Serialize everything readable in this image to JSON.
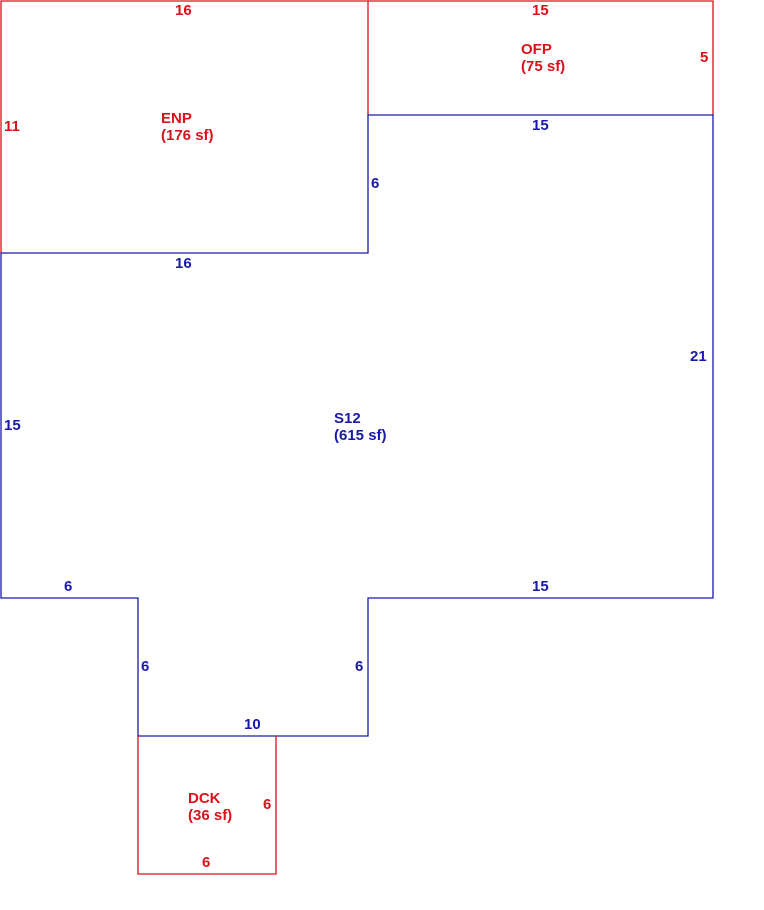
{
  "colors": {
    "addition": "#d9121b",
    "main": "#1a1aa8"
  },
  "areas": {
    "enp": {
      "code": "ENP",
      "area": "(176 sf)"
    },
    "ofp": {
      "code": "OFP",
      "area": "(75 sf)"
    },
    "s12": {
      "code": "S12",
      "area": "(615 sf)"
    },
    "dck": {
      "code": "DCK",
      "area": "(36 sf)"
    }
  },
  "dimensions": {
    "enp_top": "16",
    "enp_left": "11",
    "enp_bottom": "16",
    "ofp_top": "15",
    "ofp_right": "5",
    "ofp_bottom": "15",
    "s12_step": "6",
    "s12_right": "21",
    "s12_left": "15",
    "s12_bottom_left": "6",
    "s12_bottom_right": "15",
    "s12_notch_left": "6",
    "s12_notch_right": "6",
    "s12_notch_bottom": "10",
    "dck_right": "6",
    "dck_bottom": "6"
  }
}
